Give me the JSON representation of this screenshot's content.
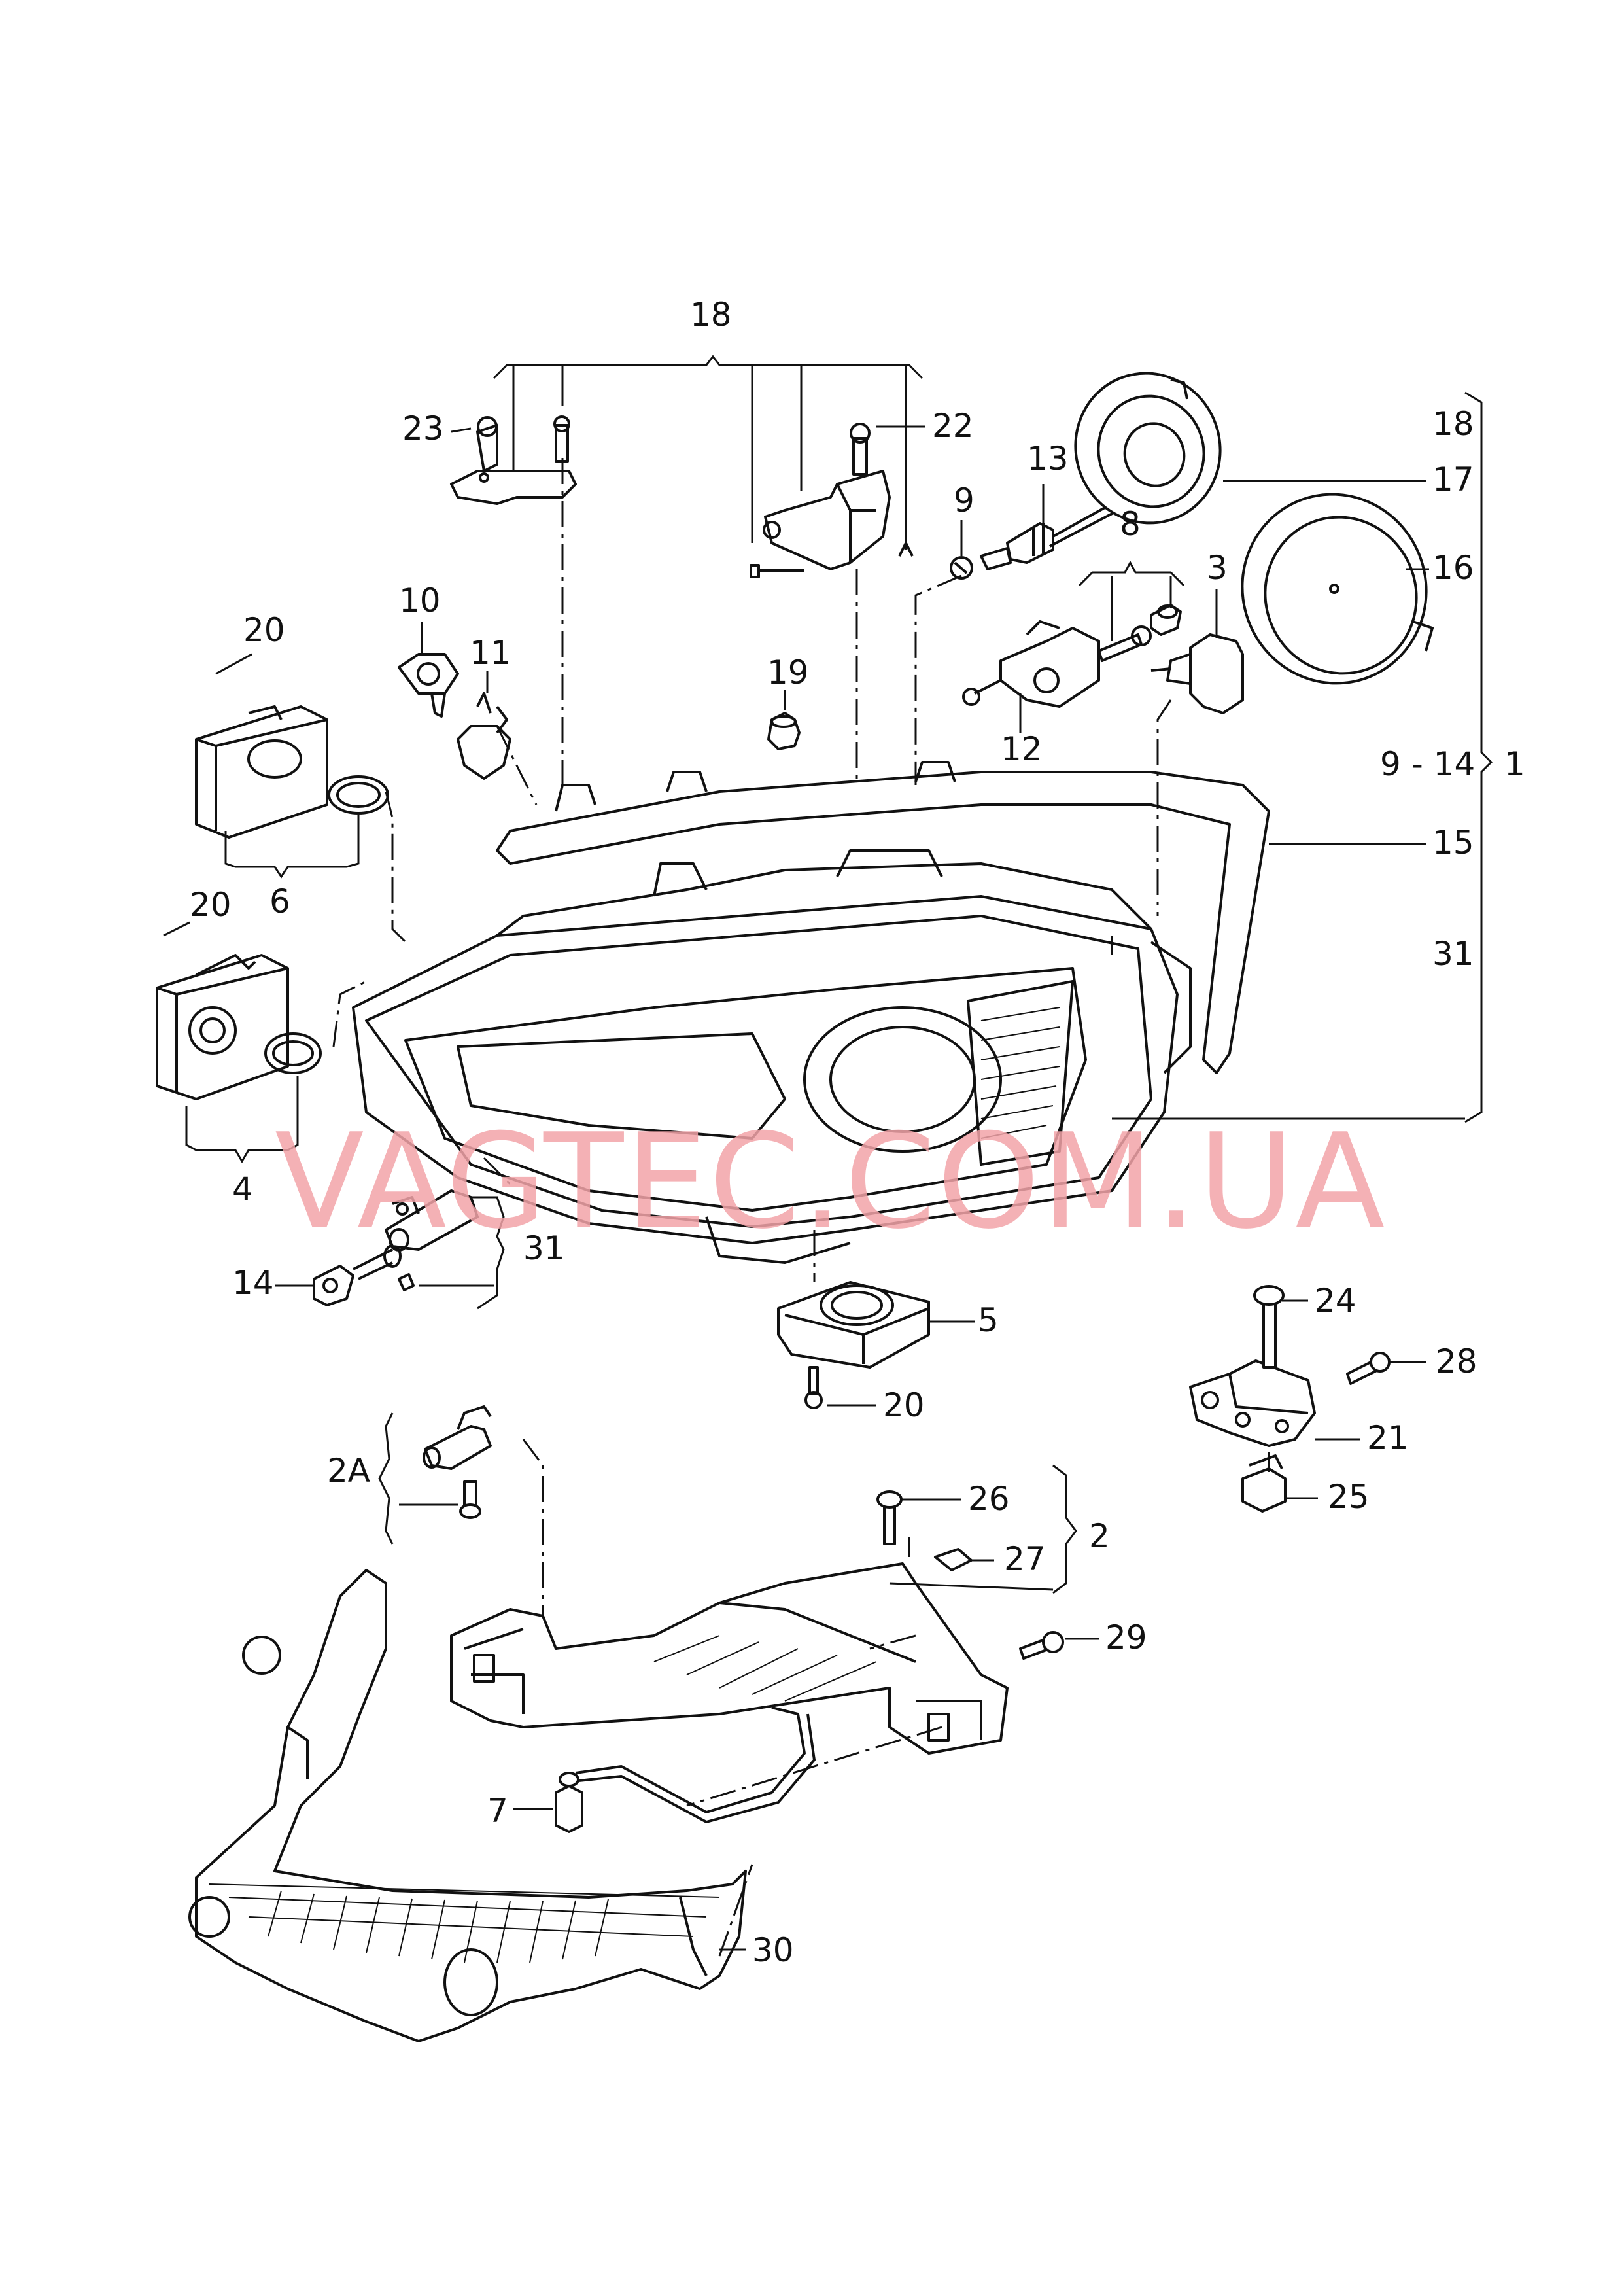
{
  "watermark": "VAGTEC.COM.UA",
  "labels": {
    "l1": "1",
    "l2": "2",
    "l2a": "2A",
    "l3": "3",
    "l4": "4",
    "l5": "5",
    "l6": "6",
    "l7": "7",
    "l8": "8",
    "l9": "9",
    "l9_14": "9 - 14",
    "l10": "10",
    "l11": "11",
    "l12": "12",
    "l13": "13",
    "l14": "14",
    "l15": "15",
    "l16": "16",
    "l17": "17",
    "l18_top": "18",
    "l18_right": "18",
    "l19": "19",
    "l20_a": "20",
    "l20_b": "20",
    "l20_c": "20",
    "l21": "21",
    "l22": "22",
    "l23": "23",
    "l24": "24",
    "l25": "25",
    "l26": "26",
    "l27": "27",
    "l28": "28",
    "l29": "29",
    "l30": "30",
    "l31_a": "31",
    "l31_b": "31"
  },
  "colors": {
    "line": "#111111",
    "watermark": "#f2a3a8",
    "background": "#ffffff"
  }
}
